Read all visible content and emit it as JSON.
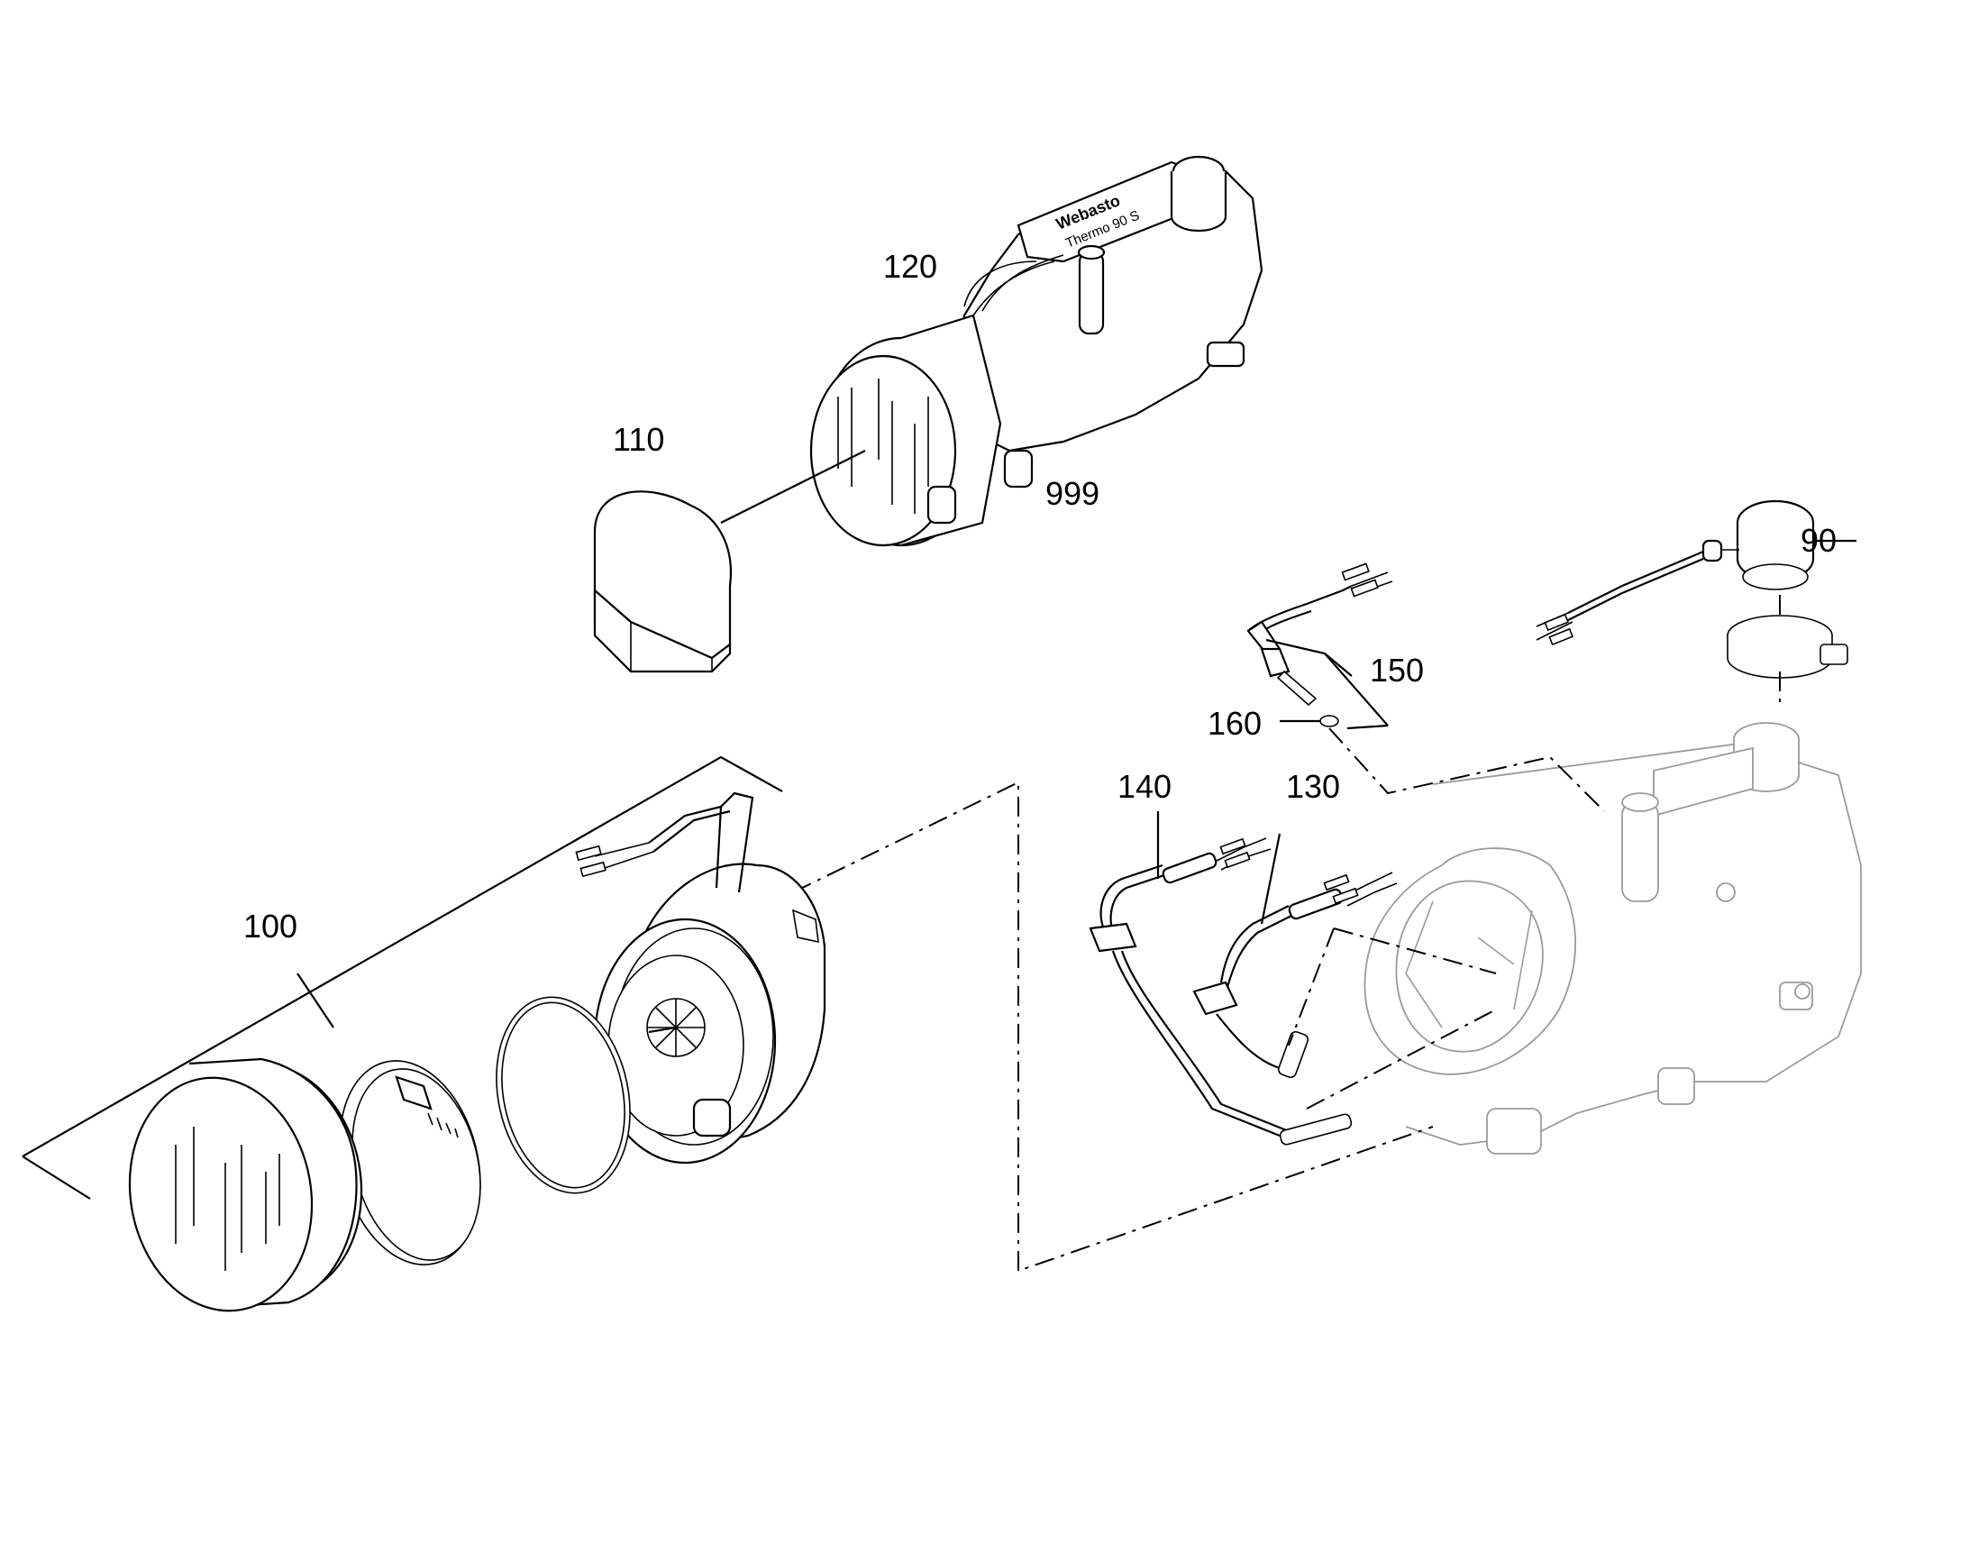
{
  "callouts": {
    "c90": "90",
    "c100": "100",
    "c110": "110",
    "c120": "120",
    "c130": "130",
    "c140": "140",
    "c150": "150",
    "c160": "160",
    "c999": "999"
  },
  "heater": {
    "brand_text": "Webasto",
    "model_text": "Thermo 90 S"
  }
}
